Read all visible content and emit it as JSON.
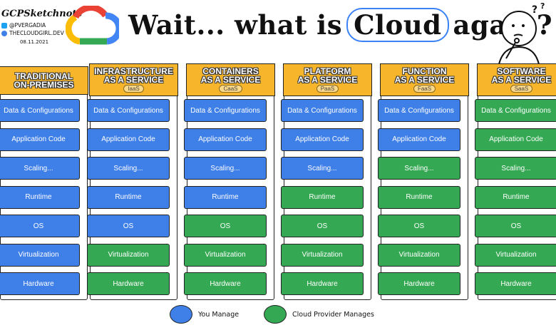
{
  "brand": {
    "title": "GCPSketchnote",
    "handle": "@PVERGADIA",
    "site": "THECLOUDGIRL.DEV",
    "date": "08.11.2021"
  },
  "title": {
    "before": "Wait... what is",
    "highlight": "Cloud",
    "after": "again?"
  },
  "legend": {
    "you_manage": "You Manage",
    "provider_manages": "Cloud Provider Manages"
  },
  "colors": {
    "you_manage": "#3f7fe8",
    "provider_manages": "#34a853",
    "header": "#f7b52c"
  },
  "layers": [
    "Data & Configurations",
    "Application Code",
    "Scaling...",
    "Runtime",
    "OS",
    "Virtualization",
    "Hardware"
  ],
  "columns": [
    {
      "line1": "TRADITIONAL",
      "line2": "ON-PREMISES",
      "abbr": "",
      "managed_by": [
        "you",
        "you",
        "you",
        "you",
        "you",
        "you",
        "you"
      ]
    },
    {
      "line1": "INFRASTRUCTURE",
      "line2": "AS A SERVICE",
      "abbr": "IaaS",
      "managed_by": [
        "you",
        "you",
        "you",
        "you",
        "you",
        "provider",
        "provider"
      ]
    },
    {
      "line1": "CONTAINERS",
      "line2": "AS A SERVICE",
      "abbr": "CaaS",
      "managed_by": [
        "you",
        "you",
        "you",
        "you",
        "provider",
        "provider",
        "provider"
      ]
    },
    {
      "line1": "PLATFORM",
      "line2": "AS A SERVICE",
      "abbr": "PaaS",
      "managed_by": [
        "you",
        "you",
        "you",
        "provider",
        "provider",
        "provider",
        "provider"
      ]
    },
    {
      "line1": "FUNCTION",
      "line2": "AS A SERVICE",
      "abbr": "FaaS",
      "managed_by": [
        "you",
        "you",
        "provider",
        "provider",
        "provider",
        "provider",
        "provider"
      ]
    },
    {
      "line1": "SOFTWARE",
      "line2": "AS A SERVICE",
      "abbr": "SaaS",
      "managed_by": [
        "provider",
        "provider",
        "provider",
        "provider",
        "provider",
        "provider",
        "provider"
      ]
    }
  ]
}
